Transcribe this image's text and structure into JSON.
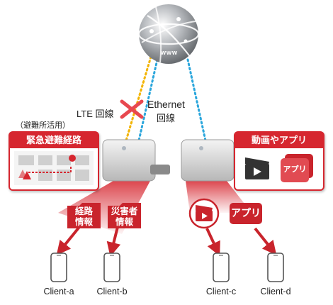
{
  "globe": {
    "label": "www"
  },
  "links": {
    "lte_label": "LTE 回線",
    "ethernet_label": "Ethernet",
    "ethernet_label2": "回線"
  },
  "left_box": {
    "caption": "（避難所活用）",
    "title": "緊急避難経路"
  },
  "right_box": {
    "title": "動画やアプリ",
    "app_label": "アプリ"
  },
  "tags": {
    "route_line1": "経路",
    "route_line2": "情報",
    "disaster_line1": "災害者",
    "disaster_line2": "情報",
    "app_tag": "アプリ"
  },
  "clients": [
    {
      "label": "Client-a"
    },
    {
      "label": "Client-b"
    },
    {
      "label": "Client-c"
    },
    {
      "label": "Client-d"
    }
  ],
  "colors": {
    "accent": "#d6262f",
    "lte": "#f3b400",
    "ethernet": "#2aa6dc"
  }
}
